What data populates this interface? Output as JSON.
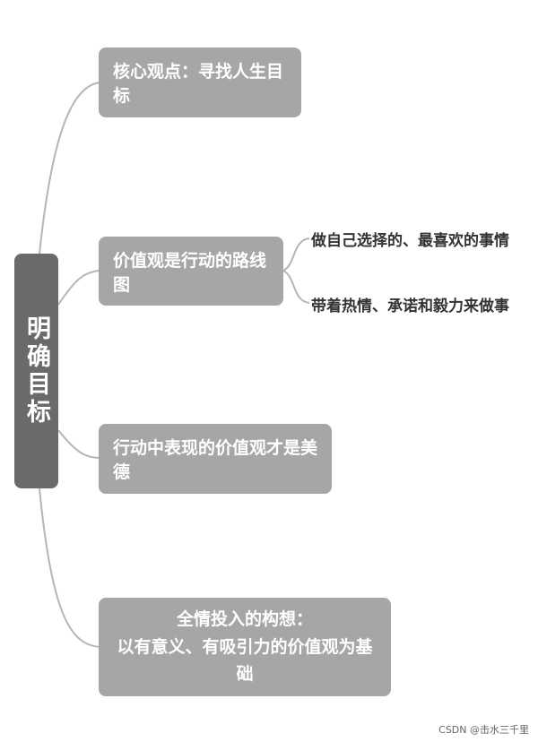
{
  "root": {
    "label": "明确目标"
  },
  "branches": [
    {
      "label": "核心观点：寻找人生目标"
    },
    {
      "label": "价值观是行动的路线图",
      "children": [
        {
          "label": "做自己选择的、最喜欢的事情"
        },
        {
          "label": "带着热情、承诺和毅力来做事"
        }
      ]
    },
    {
      "label": "行动中表现的价值观才是美德"
    },
    {
      "line1": "全情投入的构想：",
      "line2": "以有意义、有吸引力的价值观为基础"
    }
  ],
  "watermark": "CSDN @击水三千里",
  "colors": {
    "root": "#6a6a6a",
    "branch": "#a6a6a6",
    "connector": "#b5b5b5"
  }
}
